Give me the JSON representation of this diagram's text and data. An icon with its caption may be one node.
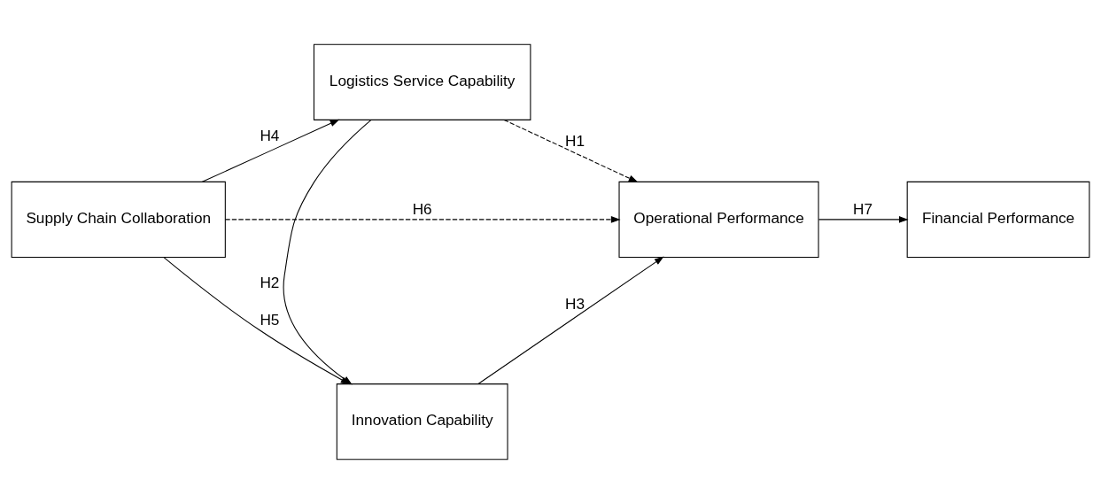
{
  "diagram": {
    "nodes": [
      {
        "text": [
          "Logistics Service Capability"
        ]
      },
      {
        "text": [
          "Supply Chain Collaboration"
        ]
      },
      {
        "text": [
          "Operational Performance"
        ]
      },
      {
        "text": [
          "Financial Performance"
        ]
      },
      {
        "text": [
          "Innovation Capability"
        ]
      }
    ],
    "edges": [
      {
        "from": 1,
        "to": 0,
        "arrow": "to",
        "label": "H4"
      },
      {
        "from": 0,
        "to": 2,
        "arrow": "to",
        "label": "H1",
        "style": "dashed"
      },
      {
        "from": 0,
        "to": 4,
        "arrow": "to",
        "label": "H2"
      },
      {
        "from": 1,
        "to": 2,
        "arrow": "to",
        "label": "H6",
        "style": "dashed"
      },
      {
        "from": 1,
        "to": 4,
        "arrow": "to",
        "label": "H5"
      },
      {
        "from": 4,
        "to": 2,
        "arrow": "to",
        "label": "H3"
      },
      {
        "from": 2,
        "to": 3,
        "arrow": "to",
        "label": "H7"
      }
    ]
  }
}
